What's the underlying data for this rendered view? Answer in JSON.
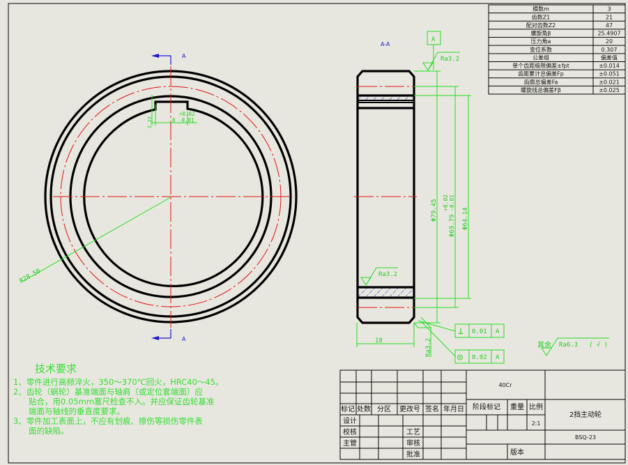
{
  "section_labels": {
    "cut_top": "A",
    "cut_bottom": "A",
    "view": "A-A"
  },
  "front_view": {
    "radius_dim": "R28.50",
    "key_height": "2.23",
    "key_tol_upper": "+0.02",
    "key_tol_lower": "0 -0.01"
  },
  "section_view": {
    "datum": "A",
    "ra_top": "Ra3.2",
    "ra_mid": "Ra3.2",
    "ra_side": "Ra3.2",
    "dia_outer": "Φ79.45",
    "dia_pitch": "Φ69.79",
    "dia_pitch_tol_upper": "+0.02",
    "dia_pitch_tol_lower": "-0.01",
    "dia_root": "Φ64.14",
    "width": "18"
  },
  "tolerance_frames": [
    {
      "symbol": "⊥",
      "value": "0.01",
      "datum": "A"
    },
    {
      "symbol": "◎",
      "value": "0.02",
      "datum": "A"
    }
  ],
  "other_roughness": {
    "label": "其余",
    "value": "Ra6.3",
    "suffix": "( √ )"
  },
  "params_table": [
    [
      "模数m",
      "3"
    ],
    [
      "齿数Z1",
      "21"
    ],
    [
      "配对齿数Z2",
      "47"
    ],
    [
      "螺旋角β",
      "25.4907"
    ],
    [
      "压力角a",
      "20"
    ],
    [
      "变位系数",
      "0.307"
    ],
    [
      "公差组",
      "偏差值"
    ],
    [
      "单个齿距极限偏差±fpt",
      "±0.014"
    ],
    [
      "齿距累计总偏差Fp",
      "±0.051"
    ],
    [
      "齿廓总偏差Fa",
      "±0.021"
    ],
    [
      "螺旋线总偏差Fβ",
      "±0.025"
    ]
  ],
  "tech_requirements": {
    "title": "技术要求",
    "lines": [
      "1、零件进行高频淬火，350～370℃回火，HRC40～45。",
      "2、齿轮（蜗轮）基准端面与轴肩（或定位套端面）应",
      "贴合，用0.05mm塞尺检查不入。并应保证齿轮基准",
      "端面与轴线的垂直度要求。",
      "3、零件加工表面上，不应有划痕、擦伤等损伤零件表",
      "面的缺陷。"
    ]
  },
  "title_block": {
    "material": "40Cr",
    "headers": [
      "标记",
      "处数",
      "分区",
      "更改号",
      "签名",
      "年月日"
    ],
    "stage_mark": "阶段标记",
    "weight": "重量",
    "scale_label": "比例",
    "scale": "2:1",
    "part_name": "2挡主动轮",
    "drawing_no": "BSQ-23",
    "design": "设计",
    "check": "校核",
    "supervisor": "主管",
    "process": "工艺",
    "review": "审核",
    "approve": "批准",
    "version": "版本"
  }
}
